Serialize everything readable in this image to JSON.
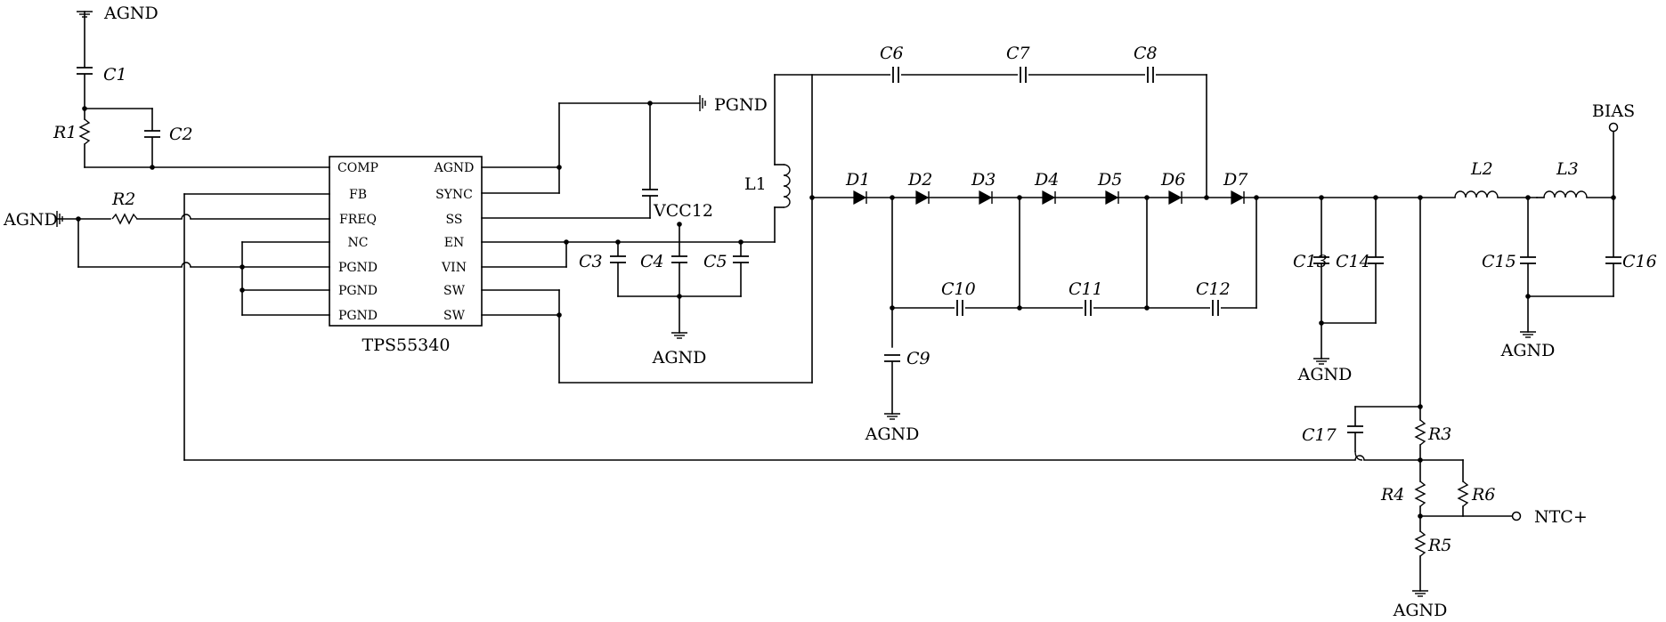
{
  "ic": {
    "name": "TPS55340",
    "left_pins": [
      "COMP",
      "FB",
      "FREQ",
      "NC",
      "PGND",
      "PGND",
      "PGND"
    ],
    "right_pins": [
      "AGND",
      "SYNC",
      "SS",
      "EN",
      "VIN",
      "SW",
      "SW"
    ]
  },
  "labels": {
    "agnd_top": "AGND",
    "agnd_left": "AGND",
    "pgnd": "PGND",
    "vcc12": "VCC12",
    "l1": "L1",
    "bias": "BIAS",
    "ntc": "NTC+",
    "agnd_c345": "AGND",
    "agnd_c9": "AGND",
    "agnd_c1314": "AGND",
    "agnd_c1516": "AGND",
    "agnd_r5": "AGND"
  },
  "refs": {
    "c1": "C1",
    "c2": "C2",
    "r1": "R1",
    "r2": "R2",
    "c3": "C3",
    "c4": "C4",
    "c5": "C5",
    "c6": "C6",
    "c7": "C7",
    "c8": "C8",
    "c9": "C9",
    "c10": "C10",
    "c11": "C11",
    "c12": "C12",
    "c13": "C13",
    "c14": "C14",
    "c15": "C15",
    "c16": "C16",
    "c17": "C17",
    "d1": "D1",
    "d2": "D2",
    "d3": "D3",
    "d4": "D4",
    "d5": "D5",
    "d6": "D6",
    "d7": "D7",
    "l2": "L2",
    "l3": "L3",
    "r3": "R3",
    "r4": "R4",
    "r5": "R5",
    "r6": "R6"
  }
}
